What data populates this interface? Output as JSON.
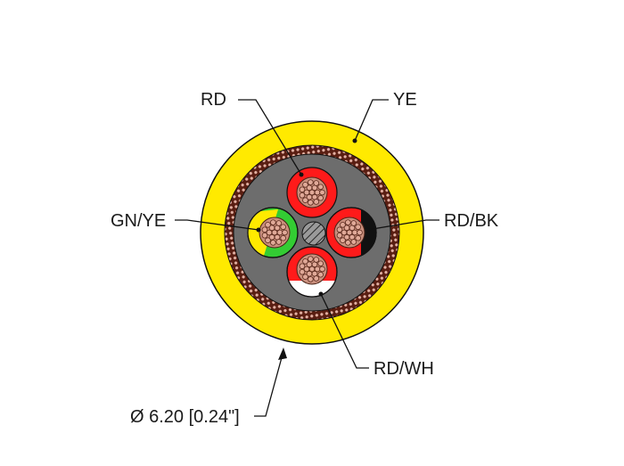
{
  "labels": {
    "rd": "RD",
    "ye": "YE",
    "gnye": "GN/YE",
    "rdbk": "RD/BK",
    "rdwh": "RD/WH",
    "diameter": "Ø 6.20 [0.24\"]"
  },
  "colors": {
    "jacket": "#ffea00",
    "shield": "#7a2a1c",
    "filler": "#6d6d6d",
    "red": "#ff1a1a",
    "green": "#33cc33",
    "yellow": "#ffea00",
    "black": "#111111",
    "white": "#ffffff",
    "copper": "#c98f7d"
  }
}
